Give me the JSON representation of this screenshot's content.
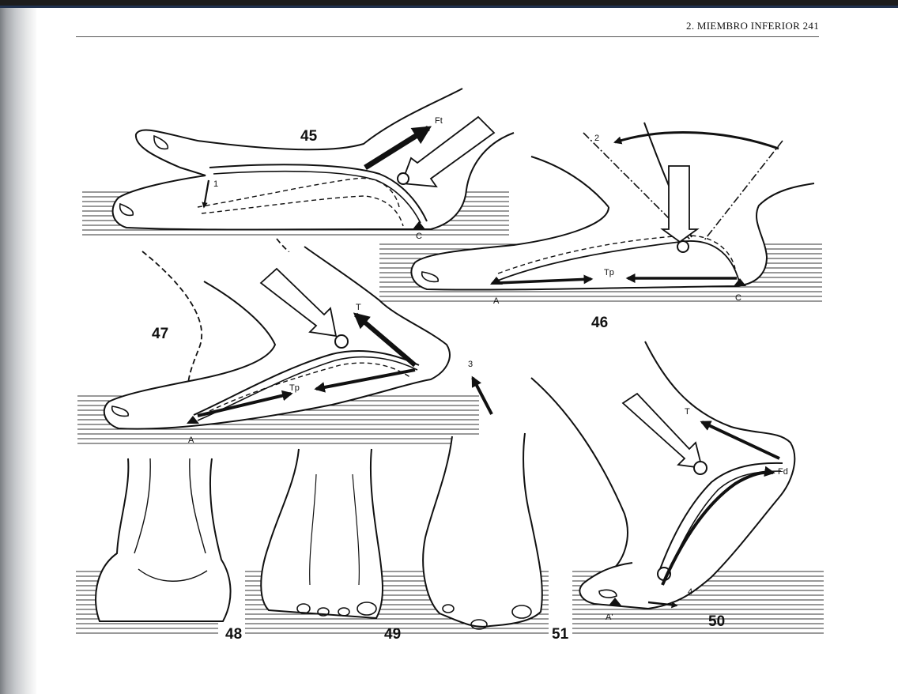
{
  "running_head": "2. MIEMBRO INFERIOR 241",
  "figures": {
    "fig45": {
      "number": "45",
      "labels": {
        "ft": "Ft",
        "c": "C",
        "step": "1"
      }
    },
    "fig46": {
      "number": "46",
      "labels": {
        "tp": "Tp",
        "a": "A",
        "c": "C",
        "step": "2"
      }
    },
    "fig47": {
      "number": "47",
      "labels": {
        "t": "T",
        "tp": "Tp",
        "a": "A",
        "step": "3"
      }
    },
    "fig48": {
      "number": "48"
    },
    "fig49": {
      "number": "49"
    },
    "fig50": {
      "number": "50",
      "labels": {
        "t": "T",
        "fd": "Fd",
        "a1": "A'",
        "step": "4"
      }
    },
    "fig51": {
      "number": "51"
    }
  }
}
